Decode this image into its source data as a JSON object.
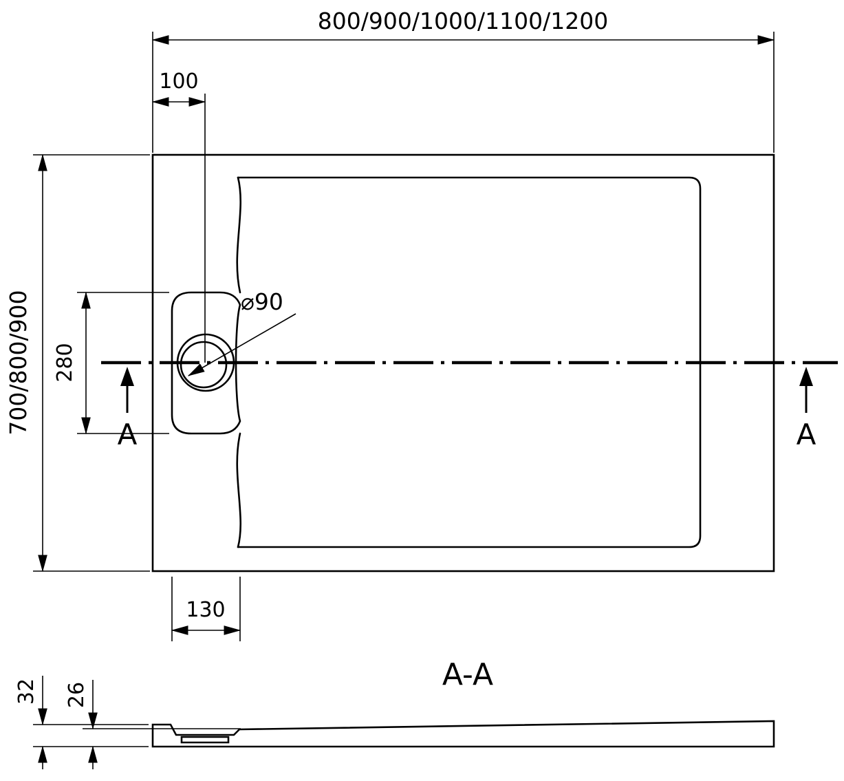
{
  "drawing": {
    "top_view": {
      "overall_width_label": "800/900/1000/1100/1200",
      "drain_center_offset_label": "100",
      "drain_pocket_height_label": "280",
      "overall_depth_label": "700/800/900",
      "drain_pocket_width_label": "130",
      "drain_diameter_label": "⌀90",
      "section_marker_left": "A",
      "section_marker_right": "A"
    },
    "section_view": {
      "title": "A-A",
      "total_height_label": "32",
      "basin_height_label": "26"
    },
    "colors": {
      "line": "#000000",
      "background": "#ffffff"
    }
  }
}
